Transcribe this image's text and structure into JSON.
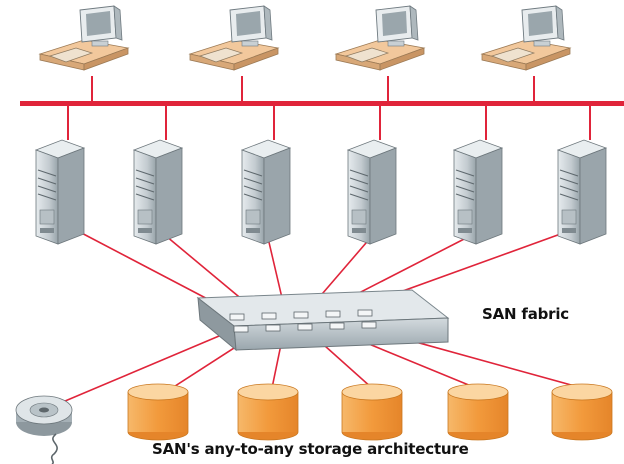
{
  "labels": {
    "fabric": "SAN fabric",
    "caption": "SAN's any-to-any storage architecture"
  },
  "colors": {
    "link": "#e0243a",
    "tower": "#cfd6d9",
    "tower_dark": "#8e999e",
    "desk": "#f2c89c",
    "switch": "#aeb9c0",
    "cylinder": "#f2a24a",
    "cylinder_light": "#fbd6a2",
    "tape": "#c8d0d4"
  },
  "nodes": {
    "clients": [
      "client-1",
      "client-2",
      "client-3",
      "client-4"
    ],
    "servers": [
      "server-1",
      "server-2",
      "server-3",
      "server-4",
      "server-5",
      "server-6"
    ],
    "storage": [
      "tape-library",
      "disk-1",
      "disk-2",
      "disk-3",
      "disk-4",
      "disk-5"
    ]
  }
}
